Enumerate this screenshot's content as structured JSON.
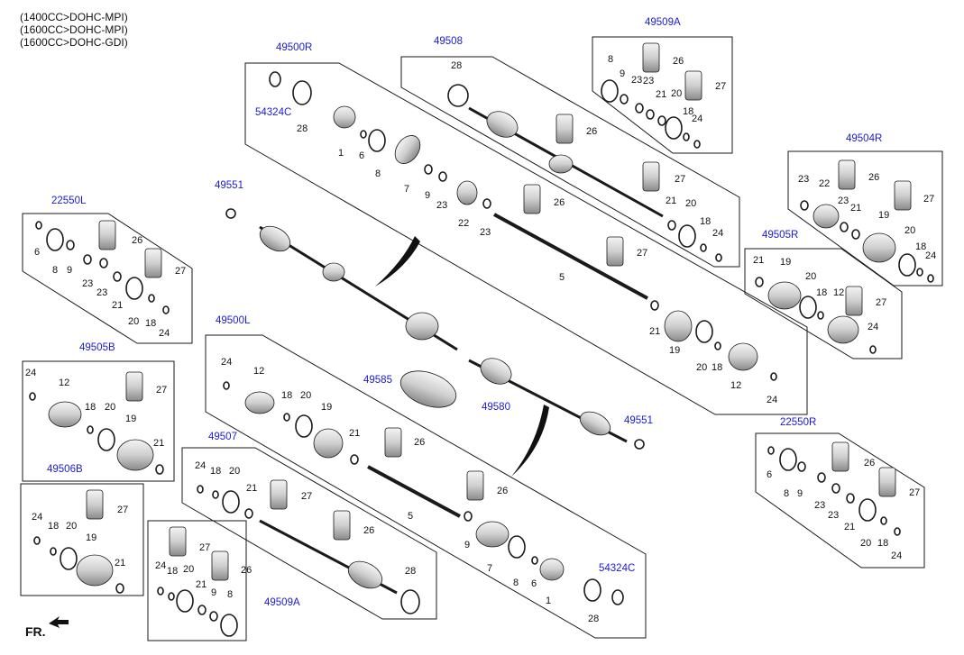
{
  "colors": {
    "code": "#1a1adc",
    "ink": "#1a1a1a"
  },
  "engines": [
    "(1400CC>DOHC-MPI)",
    "(1600CC>DOHC-MPI)",
    "(1600CC>DOHC-GDI)"
  ],
  "front_label": "FR.",
  "codes": {
    "c_49500R": "49500R",
    "c_49500L": "49500L",
    "c_49508": "49508",
    "c_49509A_top": "49509A",
    "c_49509A_bot": "49509A",
    "c_49504R": "49504R",
    "c_49505R": "49505R",
    "c_49505B": "49505B",
    "c_49506B": "49506B",
    "c_22550L": "22550L",
    "c_22550R": "22550R",
    "c_49507": "49507",
    "c_49551_top": "49551",
    "c_49551_bot": "49551",
    "c_49585": "49585",
    "c_49580": "49580",
    "c_54324C_top": "54324C",
    "c_54324C_bot": "54324C"
  },
  "parts": {
    "p28a": "28",
    "p1a": "1",
    "p6a": "6",
    "p8a": "8",
    "p7a": "7",
    "p9a": "9",
    "p23a": "23",
    "p22a": "22",
    "p23b": "23",
    "p5a": "5",
    "p26a": "26",
    "p27a": "27",
    "p21a": "21",
    "p19a": "19",
    "p20a": "20",
    "p18a": "18",
    "p12a": "12",
    "p24a": "24",
    "p28b": "28",
    "p26b": "26",
    "p27b": "27",
    "p21b": "21",
    "p20b": "20",
    "p18b": "18",
    "p24b": "24",
    "p8c": "8",
    "p26c": "26",
    "p27c": "27",
    "p9c": "9",
    "p23c": "23",
    "p21c": "21",
    "p20c": "20",
    "p18c": "18",
    "p24c": "24",
    "p23d": "23",
    "p22d": "22",
    "p26d": "26",
    "p23e": "23",
    "p21d": "21",
    "p27d": "27",
    "p19d": "19",
    "p20d": "20",
    "p18d": "18",
    "p24d": "24",
    "p6e": "6",
    "p26e": "26",
    "p8e": "8",
    "p9e": "9",
    "p23f": "23",
    "p23g": "23",
    "p27e": "27",
    "p21e": "21",
    "p20e": "20",
    "p18e": "18",
    "p24e": "24",
    "p21f": "21",
    "p19f": "19",
    "p20f": "20",
    "p18f": "18",
    "p12f": "12",
    "p27f": "27",
    "p24f": "24",
    "p24g": "24",
    "p12g": "12",
    "p27g": "27",
    "p18g": "18",
    "p20g": "20",
    "p19g": "19",
    "p21g": "21",
    "p27h": "27",
    "p24h": "24",
    "p18h": "18",
    "p20h": "20",
    "p19h": "19",
    "p21h": "21",
    "p24i": "24",
    "p12i": "12",
    "p18i": "18",
    "p20i": "20",
    "p19i": "19",
    "p21i": "21",
    "p26i": "26",
    "p5i": "5",
    "p9i": "9",
    "p7i": "7",
    "p8i": "8",
    "p6i": "6",
    "p1i": "1",
    "p28i": "28",
    "p24j": "24",
    "p18j": "18",
    "p20j": "20",
    "p21j": "21",
    "p27j": "27",
    "p26j": "26",
    "p28j": "28",
    "p27k": "27",
    "p26k": "26",
    "p24k": "24",
    "p18k": "18",
    "p20k": "20",
    "p21k": "21",
    "p9k": "9",
    "p8k": "8",
    "p6l": "6",
    "p26l": "26",
    "p8l": "8",
    "p9l": "9",
    "p27l": "27",
    "p23l": "23",
    "p23m": "23",
    "p21l": "21",
    "p20l": "20",
    "p18l": "18",
    "p24l": "24"
  }
}
